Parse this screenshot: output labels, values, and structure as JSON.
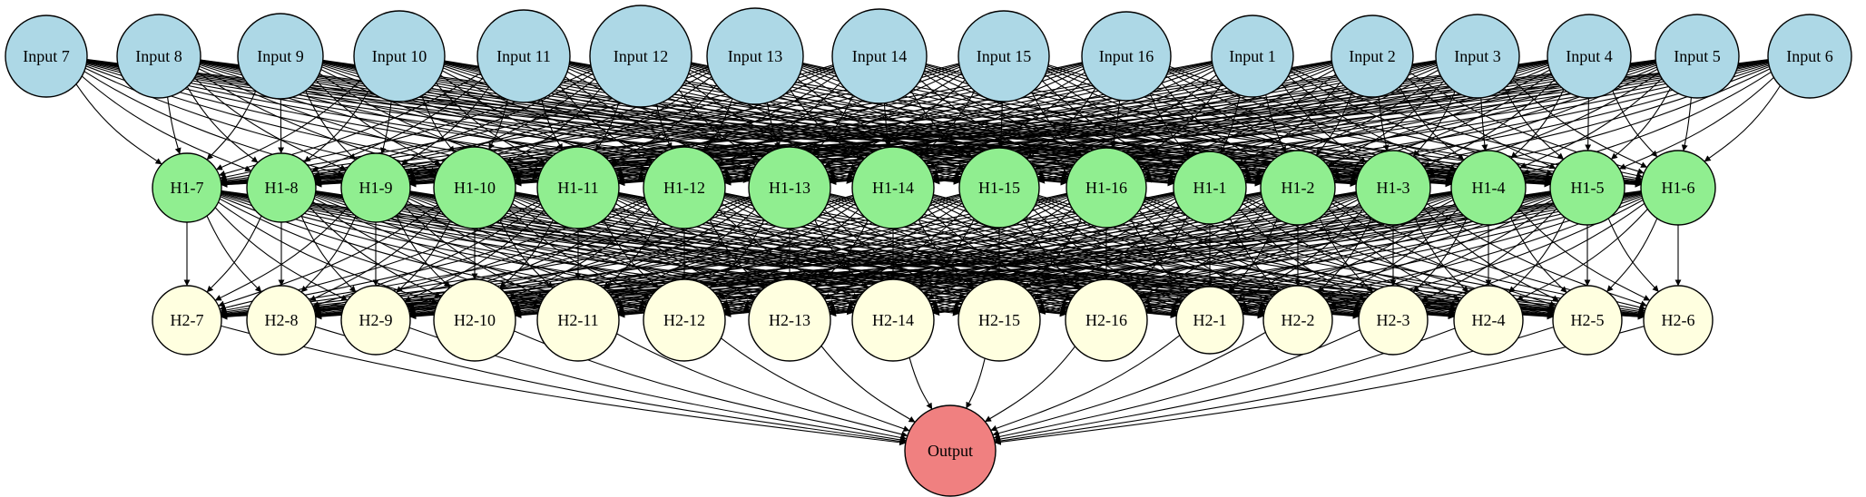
{
  "layers": [
    {
      "id": "input",
      "color": "#add8e6",
      "nodes": [
        "Input 7",
        "Input 8",
        "Input 9",
        "Input 10",
        "Input 11",
        "Input 12",
        "Input 13",
        "Input 14",
        "Input 15",
        "Input 16",
        "Input 1",
        "Input 2",
        "Input 3",
        "Input 4",
        "Input 5",
        "Input 6"
      ]
    },
    {
      "id": "hidden1",
      "color": "#90ee90",
      "nodes": [
        "H1-7",
        "H1-8",
        "H1-9",
        "H1-10",
        "H1-11",
        "H1-12",
        "H1-13",
        "H1-14",
        "H1-15",
        "H1-16",
        "H1-1",
        "H1-2",
        "H1-3",
        "H1-4",
        "H1-5",
        "H1-6"
      ]
    },
    {
      "id": "hidden2",
      "color": "#ffffe0",
      "nodes": [
        "H2-7",
        "H2-8",
        "H2-9",
        "H2-10",
        "H2-11",
        "H2-12",
        "H2-13",
        "H2-14",
        "H2-15",
        "H2-16",
        "H2-1",
        "H2-2",
        "H2-3",
        "H2-4",
        "H2-5",
        "H2-6"
      ]
    },
    {
      "id": "output",
      "color": "#f08080",
      "nodes": [
        "Output"
      ]
    }
  ],
  "connectivity": "fully-connected between consecutive layers",
  "edge_color": "#000000"
}
